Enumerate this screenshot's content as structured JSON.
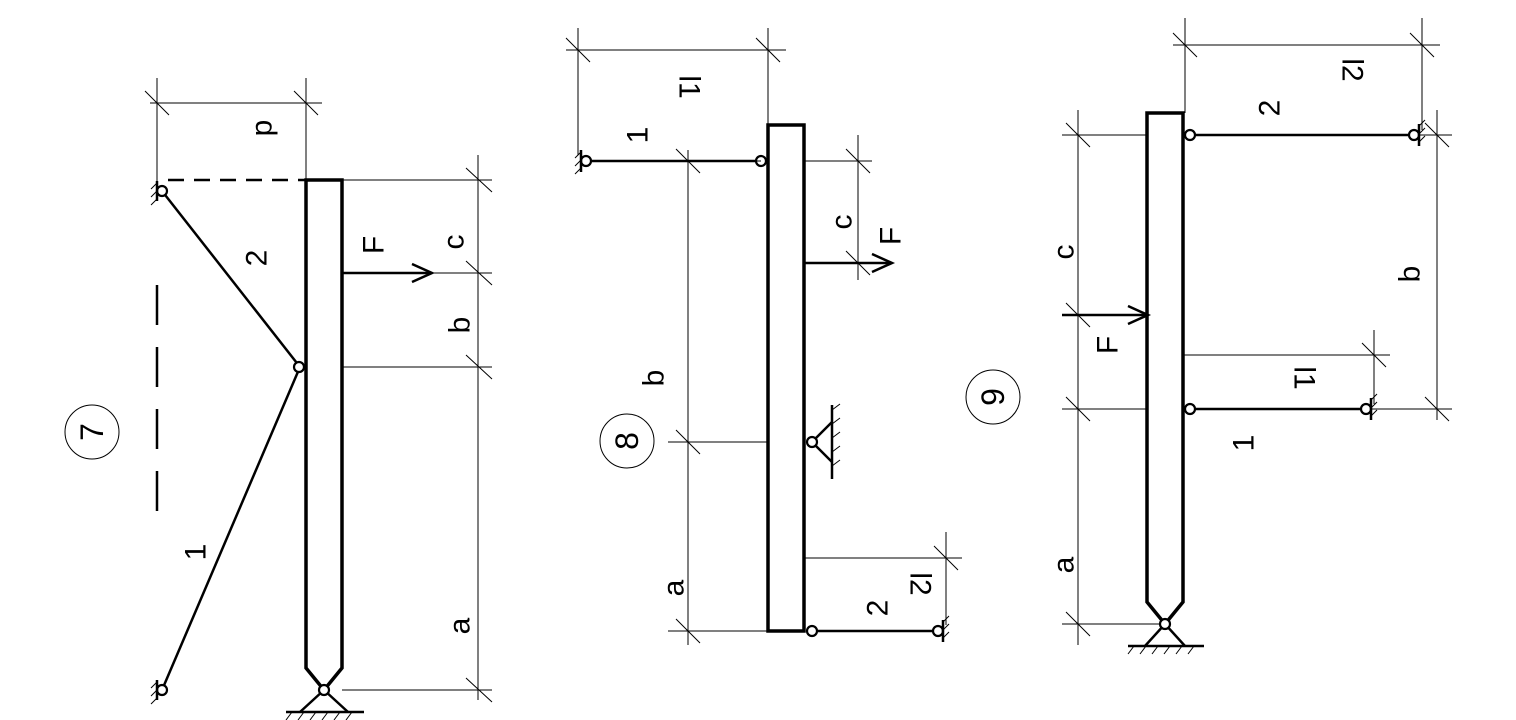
{
  "scheme7": {
    "number": "7",
    "rod1": "1",
    "rod2": "2",
    "force": "F",
    "dim_a": "a",
    "dim_b": "b",
    "dim_c": "c",
    "dim_p": "p"
  },
  "scheme8": {
    "number": "8",
    "rod1": "1",
    "rod2": "2",
    "force": "F",
    "dim_a": "a",
    "dim_b": "b",
    "dim_c": "c",
    "len1": "l1",
    "len2": "l2"
  },
  "scheme9": {
    "number": "9",
    "rod1": "1",
    "rod2": "2",
    "force": "F",
    "dim_a": "a",
    "dim_b": "b",
    "dim_c": "c",
    "len1": "l1",
    "len2": "l2"
  }
}
